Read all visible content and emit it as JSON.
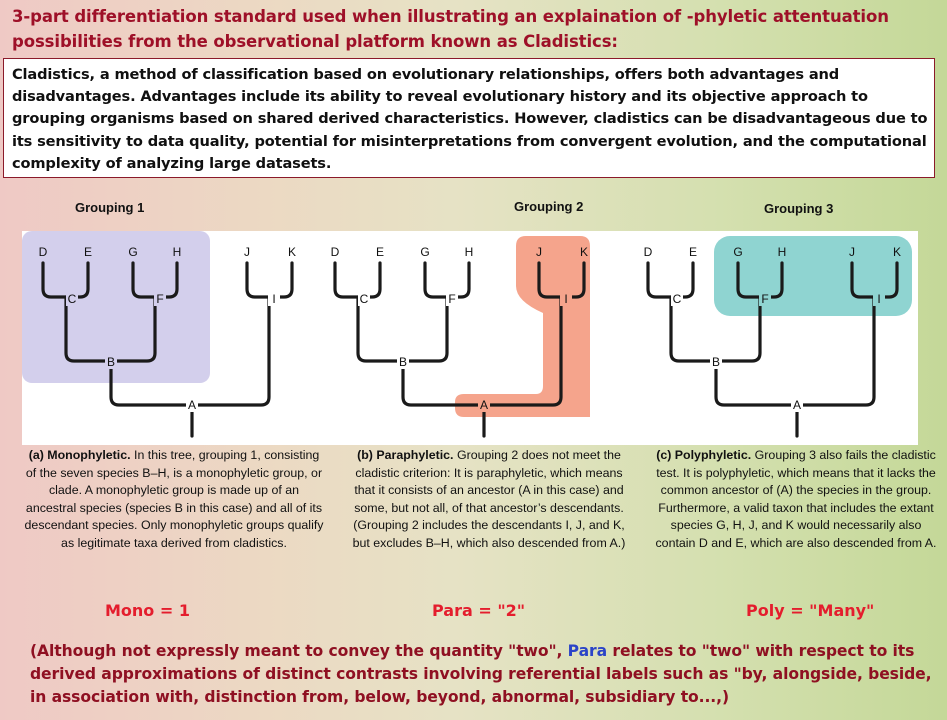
{
  "title": "3-part differentiation standard used when illustrating an explaination of -phyletic attentuation possibilities from the observational platform known as Cladistics:",
  "summary": "Cladistics, a method of classification based on evolutionary relationships, offers both advantages and disadvantages. Advantages include its ability to reveal evolutionary history and its objective approach to grouping organisms based on shared derived characteristics. However, cladistics can be disadvantageous due to its sensitivity to data quality, potential for misinterpretations from convergent evolution, and the computational complexity of analyzing large datasets.",
  "groupings": [
    "Grouping 1",
    "Grouping 2",
    "Grouping 3"
  ],
  "tree": {
    "tips": [
      "D",
      "E",
      "G",
      "H",
      "J",
      "K"
    ],
    "nodes": [
      "C",
      "F",
      "I",
      "B",
      "A"
    ]
  },
  "highlight_colors": {
    "monophyletic": "#d3cfec",
    "paraphyletic": "#f5a48c",
    "polyphyletic": "#8fd4d1"
  },
  "captions": {
    "mono": {
      "lead": "(a) Monophyletic.",
      "text": " In this tree, grouping 1, consisting of the seven species B–H, is a monophyletic group, or clade. A monophyletic group is made up of an ancestral species (species B in this case) and all of its descendant species. Only monophyletic groups qualify as legitimate taxa derived from cladistics."
    },
    "para": {
      "lead": "(b) Paraphyletic.",
      "text": " Grouping 2 does not meet the cladistic criterion: It is paraphyletic, which means that it consists of an ancestor (A in this case) and some, but not all, of that ancestor’s descendants. (Grouping 2 includes the descendants I, J, and K, but excludes B–H, which also descended from A.)"
    },
    "poly": {
      "lead": "(c) Polyphyletic.",
      "text": " Grouping 3 also fails the cladistic test. It is polyphyletic, which means that it lacks the common ancestor of (A) the species in the group. Furthermore, a valid taxon that includes the extant species G, H, J, and K would necessarily also contain D and E, which are also descended from A."
    }
  },
  "tags": [
    "Mono = 1",
    "Para = \"2\"",
    "Poly = \"Many\""
  ],
  "footer": {
    "before": "(Although not expressly meant to convey the quantity \"two\", ",
    "para": "Para",
    "after": " relates to \"two\" with respect to its derived approximations of distinct contrasts involving referential labels such as \"by, alongside, beside, in association with, distinction from, below, beyond, abnormal, subsidiary to...,)"
  }
}
